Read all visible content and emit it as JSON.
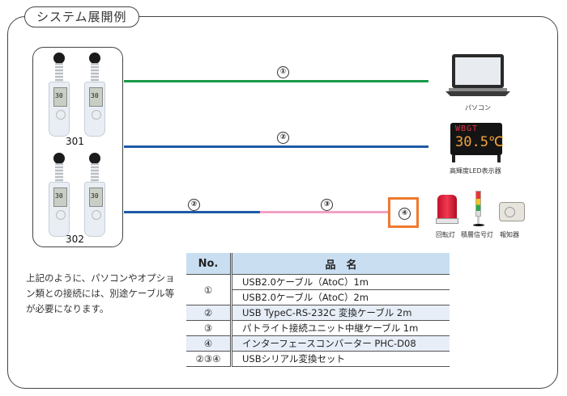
{
  "title": "システム展開例",
  "devices": {
    "models": [
      "301",
      "302"
    ],
    "meter_display": "30"
  },
  "connections": [
    {
      "id": "cable-1",
      "markers": [
        "①"
      ],
      "target": "パソコン",
      "colors": [
        "#1a9a4a"
      ]
    },
    {
      "id": "cable-2",
      "markers": [
        "②"
      ],
      "target": "高輝度LED表示器",
      "colors": [
        "#1e5aa8"
      ]
    },
    {
      "id": "cable-3",
      "markers": [
        "②",
        "③"
      ],
      "converter": "④",
      "targets": [
        "回転灯",
        "積層信号灯",
        "報知器"
      ],
      "colors": [
        "#1e5aa8",
        "#f4a0c4"
      ]
    }
  ],
  "targets": {
    "pc_label": "パソコン",
    "led_label": "高輝度LED表示器",
    "led_line1": "WBGT",
    "led_line2": "30.5℃",
    "rotating_light_label": "回転灯",
    "stack_light_label": "積層信号灯",
    "alarm_label": "報知器"
  },
  "converter_marker": "④",
  "note": "上記のように、パソコンやオプション類との接続には、別途ケーブル等が必要になります。",
  "table": {
    "headers": {
      "no": "No.",
      "name": "品　名"
    },
    "rows": [
      {
        "no": "①",
        "name": "USB2.0ケーブル（AtoC）1m"
      },
      {
        "no": "",
        "name": "USB2.0ケーブル（AtoC）2m"
      },
      {
        "no": "②",
        "name": "USB TypeC-RS-232C 変換ケーブル 2m"
      },
      {
        "no": "③",
        "name": "パトライト接続ユニット中継ケーブル 1m"
      },
      {
        "no": "④",
        "name": "インターフェースコンバーター PHC-D08"
      },
      {
        "no": "②③④",
        "name": "USBシリアル変換セット"
      }
    ]
  },
  "colors": {
    "green_cable": "#1a9a4a",
    "blue_cable": "#1e5aa8",
    "pink_cable": "#f4a0c4",
    "converter_border": "#ee7a2f",
    "table_header_bg": "#c9def1",
    "table_shade_bg": "#e7eef8"
  }
}
